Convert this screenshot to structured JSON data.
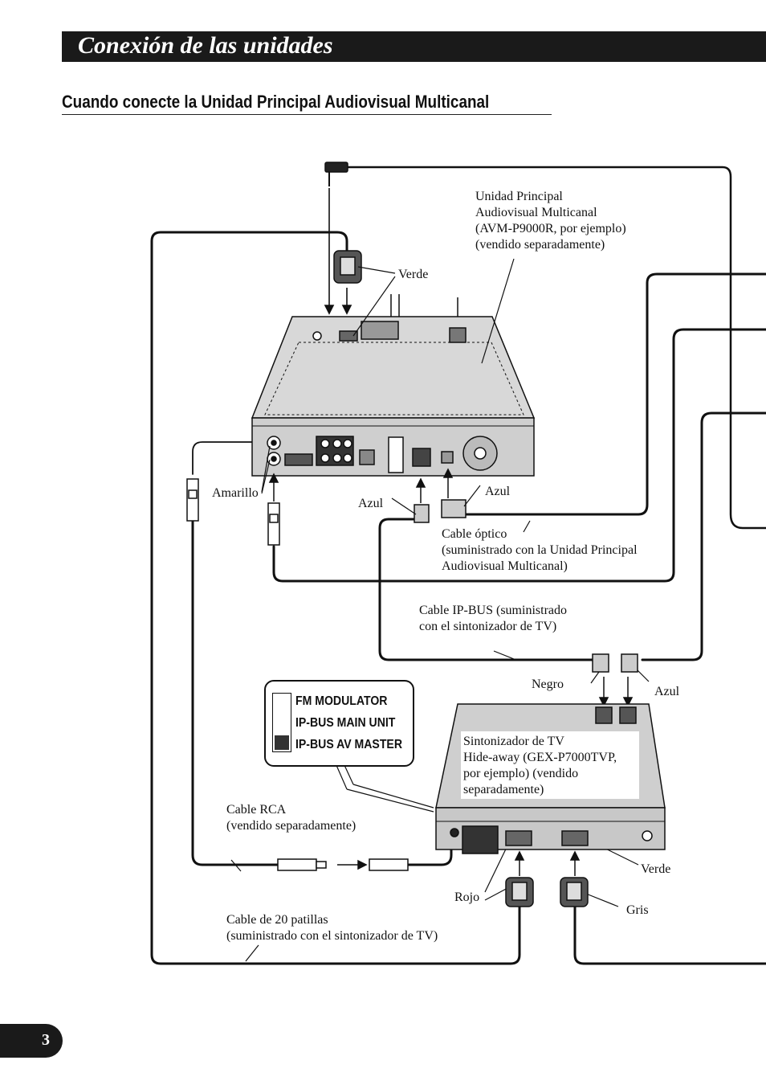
{
  "header": {
    "section_title": "Conexión de las unidades",
    "subtitle": "Cuando conecte la Unidad Principal Audiovisual Multicanal"
  },
  "labels": {
    "head_unit": [
      "Unidad Principal",
      "Audiovisual Multicanal",
      "(AVM-P9000R, por ejemplo)",
      "(vendido separadamente)"
    ],
    "verde_top": "Verde",
    "amarillo": "Amarillo",
    "azul_left": "Azul",
    "azul_right": "Azul",
    "cable_optico": [
      "Cable óptico",
      "(suministrado con la Unidad Principal",
      "Audiovisual Multicanal)"
    ],
    "cable_ipbus": [
      "Cable IP-BUS (suministrado",
      "con el sintonizador de TV)"
    ],
    "negro": "Negro",
    "azul_tuner": "Azul",
    "tuner": [
      "Sintonizador de TV",
      "Hide-away (GEX-P7000TVP,",
      "por ejemplo) (vendido",
      "separadamente)"
    ],
    "cable_rca": [
      "Cable RCA",
      "(vendido separadamente)"
    ],
    "verde_bottom": "Verde",
    "rojo": "Rojo",
    "gris": "Gris",
    "cable_20": [
      "Cable de 20 patillas",
      "(suministrado con el sintonizador de TV)"
    ]
  },
  "switch": {
    "options": [
      "FM MODULATOR",
      "IP-BUS MAIN UNIT",
      "IP-BUS AV MASTER"
    ],
    "selected": "IP-BUS AV MASTER"
  },
  "page_number": "3"
}
